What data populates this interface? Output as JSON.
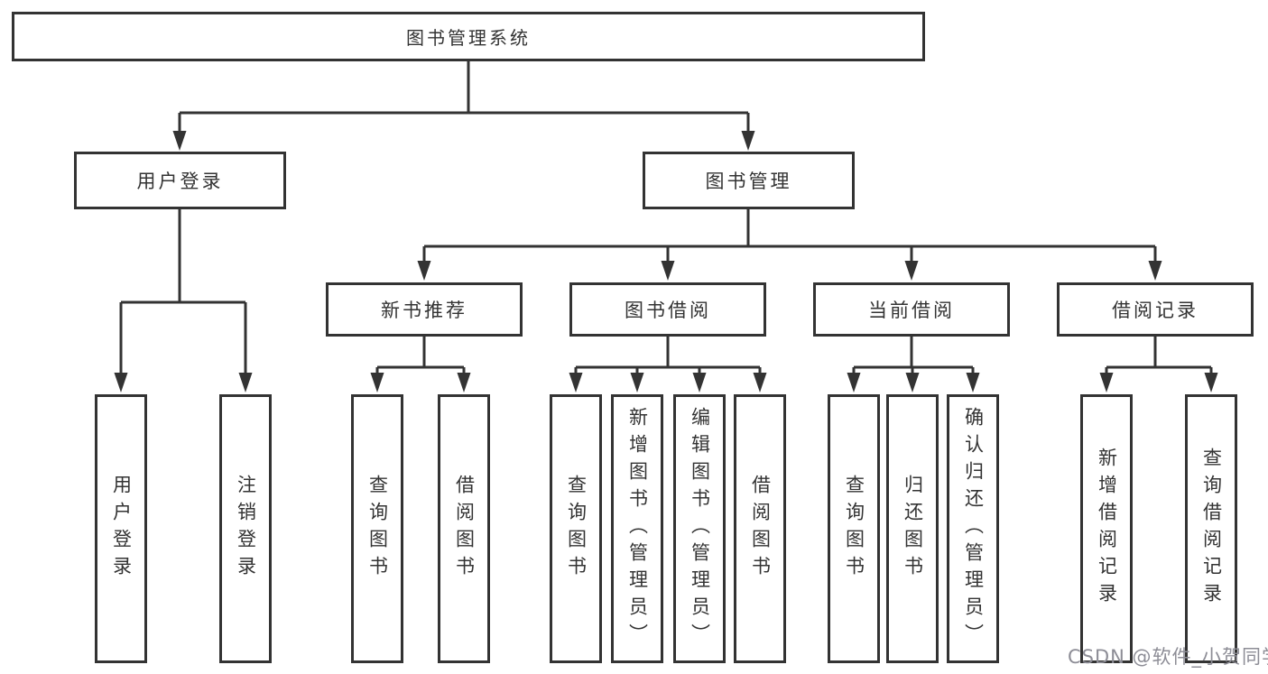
{
  "diagram": {
    "root": {
      "label": "图书管理系统"
    },
    "level2": {
      "user_login": {
        "label": "用户登录"
      },
      "book_mgmt": {
        "label": "图书管理"
      }
    },
    "level3": {
      "new_books": {
        "label": "新书推荐"
      },
      "borrowing": {
        "label": "图书借阅"
      },
      "current": {
        "label": "当前借阅"
      },
      "records": {
        "label": "借阅记录"
      }
    },
    "leaves": {
      "user_login": [
        "用户登录",
        "注销登录"
      ],
      "new_books": [
        "查询图书",
        "借阅图书"
      ],
      "borrowing": [
        "查询图书",
        "新增图书（管理员）",
        "编辑图书（管理员）",
        "借阅图书"
      ],
      "current": [
        "查询图书",
        "归还图书",
        "确认归还（管理员）"
      ],
      "records": [
        "新增借阅记录",
        "查询借阅记录"
      ]
    },
    "colors": {
      "line": "#333333",
      "text": "#333333",
      "watermark": "#8d8d96",
      "background": "#ffffff"
    }
  },
  "watermark": {
    "text": "CSDN @软件_小贺同学"
  }
}
